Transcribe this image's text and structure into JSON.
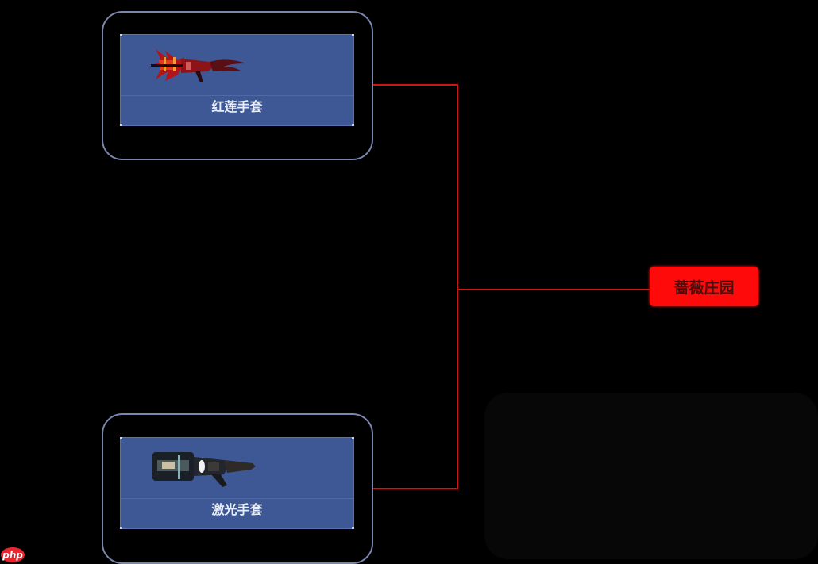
{
  "diagram": {
    "title": "",
    "sources": [
      {
        "id": "top",
        "label": "红莲手套",
        "icon": "red-gauntlet-icon"
      },
      {
        "id": "bottom",
        "label": "激光手套",
        "icon": "laser-gauntlet-icon"
      }
    ],
    "target": {
      "label": "蔷薇庄园"
    },
    "edges": [
      {
        "from": "红莲手套",
        "to": "蔷薇庄园"
      },
      {
        "from": "激光手套",
        "to": "蔷薇庄园"
      }
    ],
    "colors": {
      "background": "#000000",
      "card_fill": "#3d5894",
      "frame_border": "#7b86ad",
      "connector": "#d11414",
      "target_fill": "#ff0a0a",
      "label_text": "#e8edf8"
    }
  },
  "watermark": {
    "text": "php"
  }
}
